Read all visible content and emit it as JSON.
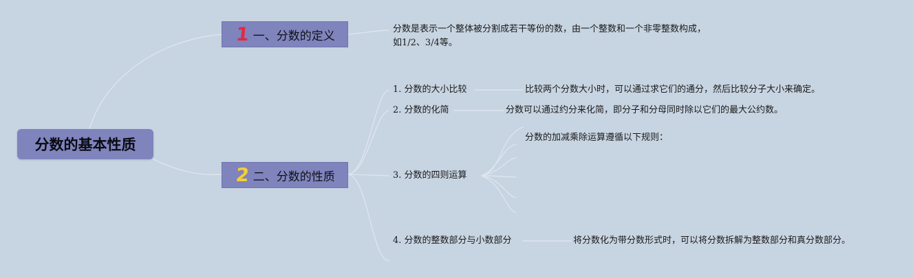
{
  "root": {
    "label": "分数的基本性质"
  },
  "branches": [
    {
      "number": "1",
      "label": "一、分数的定义",
      "description": [
        "分数是表示一个整体被分割成若干等份的数，由一个整数和一个非零整数构成，",
        "如1/2、3/4等。"
      ]
    },
    {
      "number": "2",
      "label": "二、分数的性质",
      "subtopics": [
        {
          "label": "1. 分数的大小比较",
          "detail": "比较两个分数大小时，可以通过求它们的通分，然后比较分子大小来确定。"
        },
        {
          "label": "2. 分数的化简",
          "detail": "分数可以通过约分来化简，即分子和分母同时除以它们的最大公约数。"
        },
        {
          "label": "3. 分数的四则运算",
          "detail": "分数的加减乘除运算遵循以下规则："
        },
        {
          "label": "4. 分数的整数部分与小数部分",
          "detail": "将分数化为带分数形式时，可以将分数拆解为整数部分和真分数部分。"
        }
      ]
    }
  ],
  "colors": {
    "background": "#c7d4e2",
    "node_fill": "#7f84bd",
    "number_1": "#e02a46",
    "number_2": "#f4cf3a",
    "connector": "#dfe7f0"
  }
}
